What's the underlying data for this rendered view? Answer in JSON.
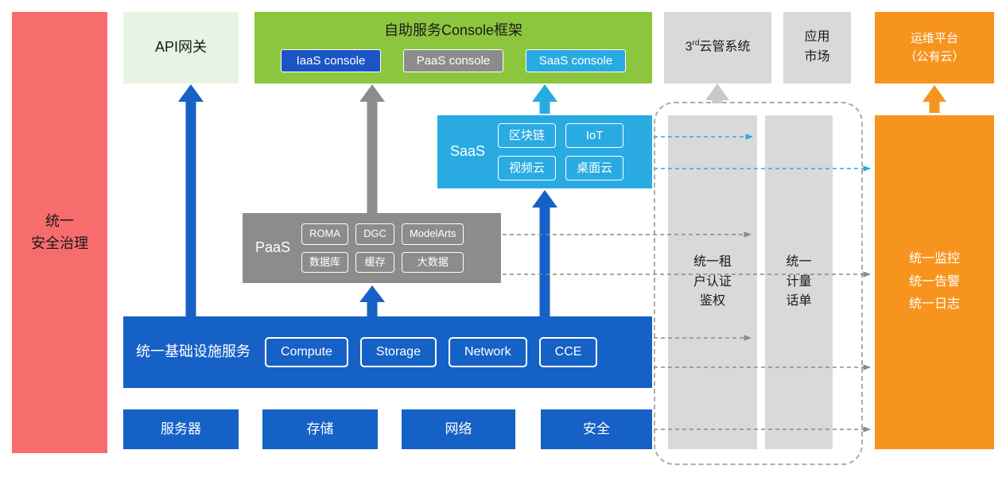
{
  "palette": {
    "red": "#F76C6C",
    "mint_green": "#E7F4E3",
    "green": "#8CC63F",
    "blue": "#1661C6",
    "cyan": "#29ABE2",
    "gray": "#8C8C8C",
    "light_gray": "#D9D9D9",
    "orange": "#F7941E"
  },
  "security_bar": {
    "label": "统一\n安全治理"
  },
  "api_gateway": {
    "label": "API网关"
  },
  "console_frame": {
    "title": "自助服务Console框架",
    "consoles": [
      {
        "label": "IaaS console"
      },
      {
        "label": "PaaS console"
      },
      {
        "label": "SaaS console"
      }
    ]
  },
  "third_party_cloud": {
    "prefix": "3",
    "sup": "rd",
    "rest": "云管系统"
  },
  "app_market": {
    "label": "应用\n市场"
  },
  "ops_platform": {
    "label": "运维平台\n（公有云）"
  },
  "saas": {
    "label": "SaaS",
    "chips": [
      "区块链",
      "IoT",
      "视频云",
      "桌面云"
    ]
  },
  "paas": {
    "label": "PaaS",
    "chips": [
      "ROMA",
      "DGC",
      "ModelArts",
      "数据库",
      "缓存",
      "大数据"
    ]
  },
  "iaas": {
    "label": "统一基础设施服务",
    "chips": [
      "Compute",
      "Storage",
      "Network",
      "CCE"
    ]
  },
  "infrastructure": {
    "items": [
      "服务器",
      "存储",
      "网络",
      "安全"
    ]
  },
  "auth_column": {
    "label": "统一租\n户认证\n鉴权"
  },
  "billing_column": {
    "label": "统一\n计量\n话单"
  },
  "monitor_box": {
    "label": "统一监控\n统一告警\n统一日志"
  }
}
